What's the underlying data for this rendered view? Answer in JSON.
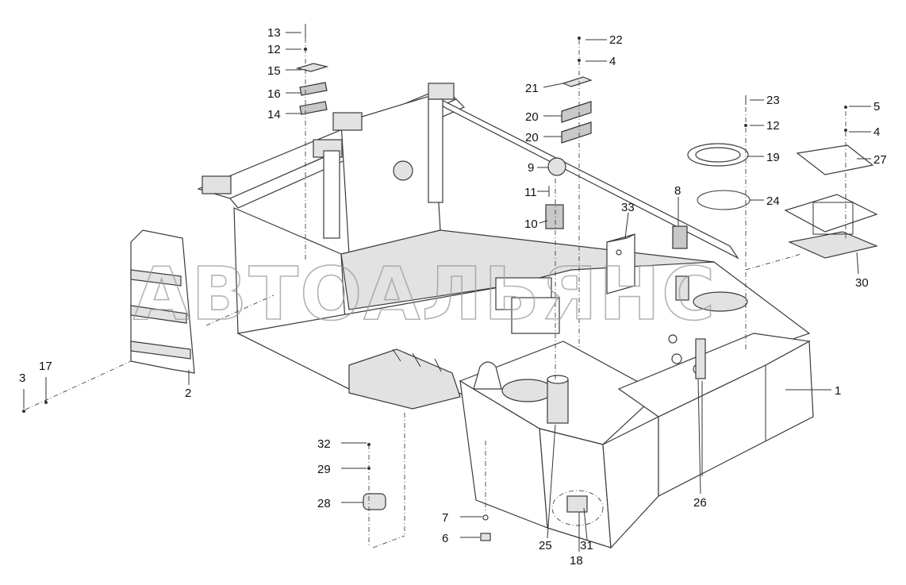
{
  "watermark": "АВТОАЛЬЯНС",
  "callouts": [
    "1",
    "2",
    "3",
    "4",
    "4",
    "5",
    "6",
    "7",
    "8",
    "9",
    "10",
    "11",
    "12",
    "12",
    "13",
    "14",
    "15",
    "16",
    "17",
    "18",
    "19",
    "20",
    "20",
    "21",
    "22",
    "23",
    "24",
    "25",
    "26",
    "27",
    "28",
    "29",
    "30",
    "31",
    "32",
    "33"
  ],
  "colors": {
    "line": "#3a3a3a",
    "shade": "#e2e2e2",
    "watermark": "#9a9a9a"
  }
}
